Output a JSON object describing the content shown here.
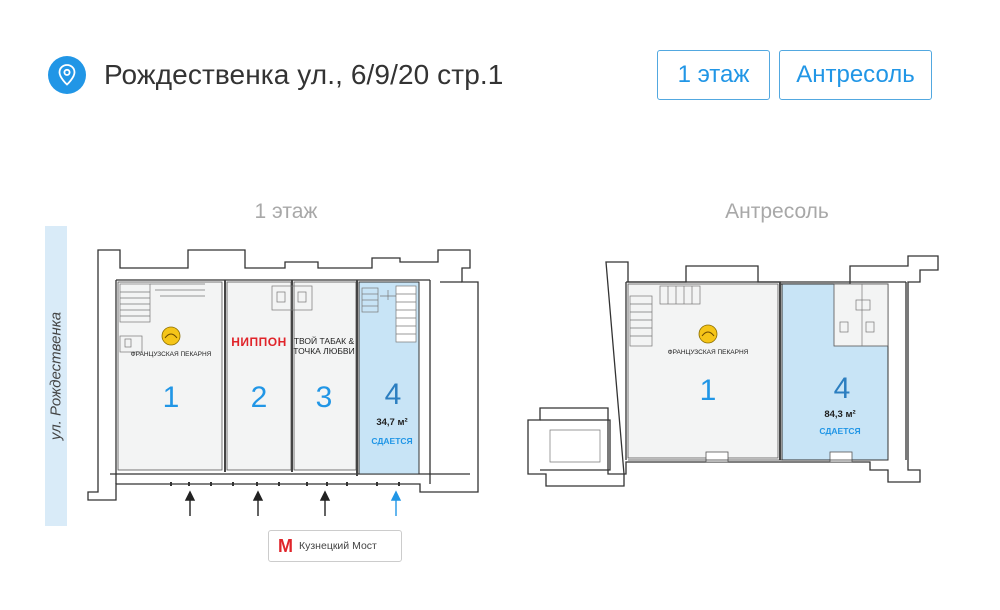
{
  "header": {
    "address": "Рождественка ул., 6/9/20 стр.1",
    "location_icon": "location-pin-icon",
    "floor_buttons": [
      "1 этаж",
      "Антресоль"
    ]
  },
  "left_plan": {
    "title": "1 этаж",
    "street_label": "ул. Рождественка",
    "rooms": [
      {
        "number": "1",
        "tenant": "ФРАНЦУЗСКАЯ ПЕКАРНЯ"
      },
      {
        "number": "2",
        "tenant": "НИППОН"
      },
      {
        "number": "3",
        "tenant_line1": "ТВОЙ ТАБАК &",
        "tenant_line2": "ТОЧКА ЛЮБВИ"
      },
      {
        "number": "4",
        "area": "34,7 м²",
        "status": "СДАЕТСЯ"
      }
    ],
    "metro": "Кузнецкий Мост",
    "metro_letter": "М"
  },
  "right_plan": {
    "title": "Антресоль",
    "rooms": [
      {
        "number": "1",
        "tenant": "ФРАНЦУЗСКАЯ ПЕКАРНЯ"
      },
      {
        "number": "4",
        "area": "84,3 м²",
        "status": "СДАЕТСЯ"
      }
    ]
  },
  "colors": {
    "accent": "#2196e6",
    "rent_fill": "#c8e4f6",
    "room_fill": "#f2f4f4",
    "wall": "#333333"
  }
}
